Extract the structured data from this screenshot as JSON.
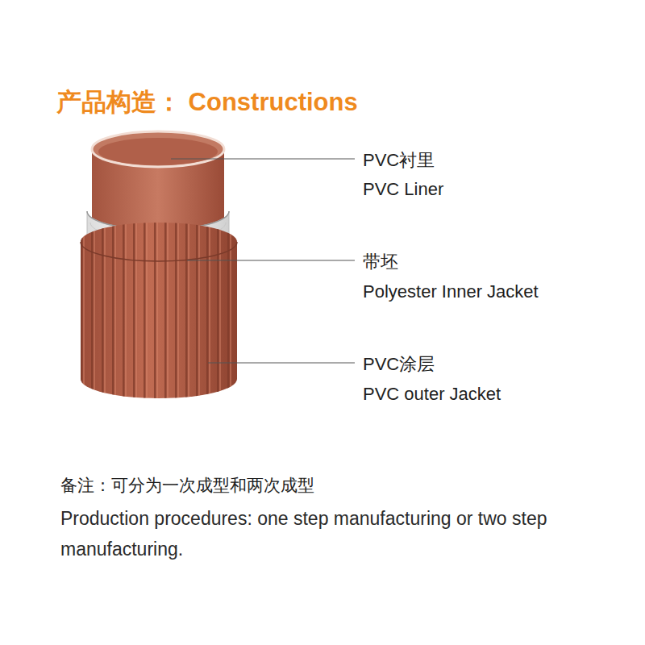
{
  "diagram": {
    "title": "产品构造： Constructions",
    "labels": [
      "PVC衬里",
      "PVC Liner",
      "带坯",
      "Polyester Inner Jacket",
      "PVC涂层",
      "PVC outer Jacket",
      "备注：可分为一次成型和两次成型",
      "Production procedures: one step manufacturing or two step manufacturing."
    ]
  }
}
